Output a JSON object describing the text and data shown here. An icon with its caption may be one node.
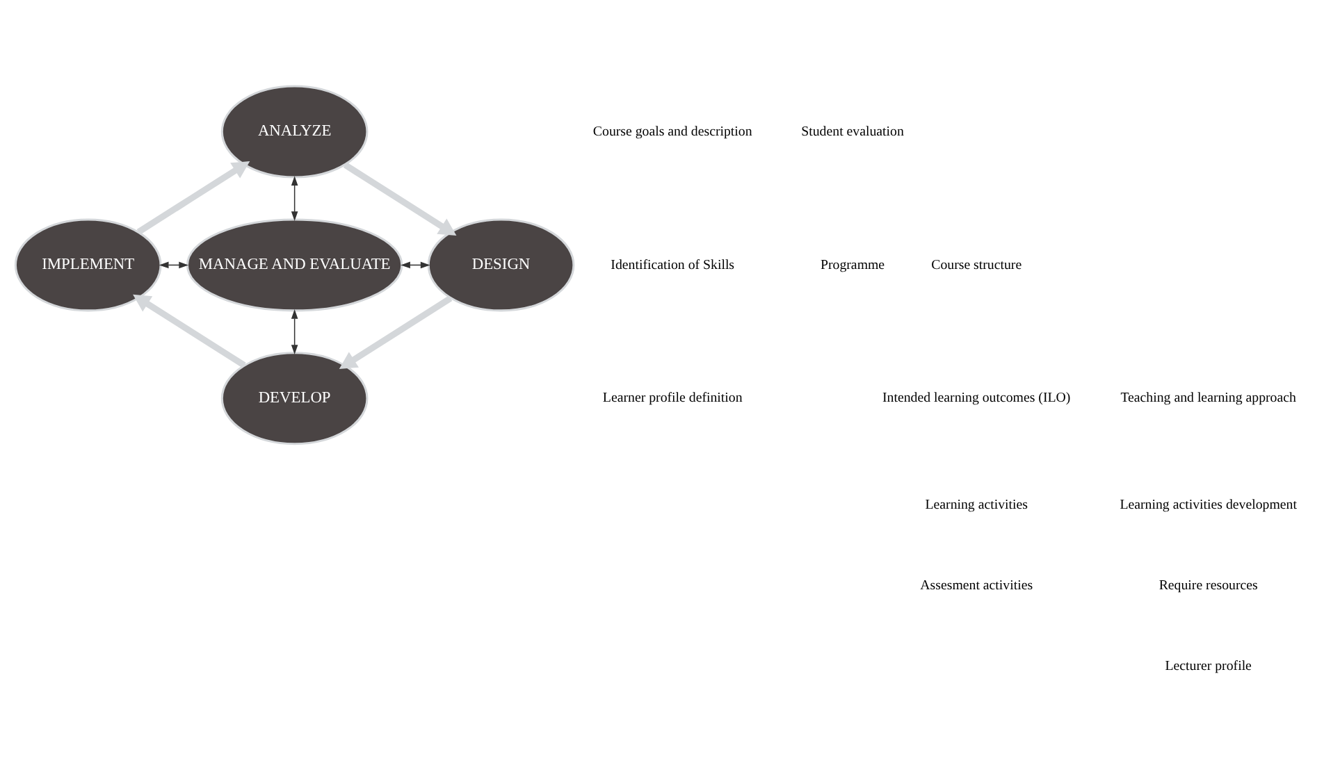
{
  "diagram": {
    "nodes": [
      {
        "text": [
          "ANALYZE"
        ]
      },
      {
        "text": [
          "MANAGE AND EVALUATE"
        ]
      },
      {
        "text": [
          "IMPLEMENT"
        ]
      },
      {
        "text": [
          "DESIGN"
        ]
      },
      {
        "text": [
          "DEVELOP"
        ]
      }
    ],
    "edges": [
      {
        "from": 0,
        "to": 1,
        "arrow": "both"
      },
      {
        "from": 2,
        "to": 1,
        "arrow": "both"
      },
      {
        "from": 1,
        "to": 3,
        "arrow": "both"
      },
      {
        "from": 1,
        "to": 4,
        "arrow": "both"
      },
      {
        "from": 0,
        "to": 3,
        "arrow": "to",
        "style": "thick",
        "color": "#d4d7da"
      },
      {
        "from": 3,
        "to": 4,
        "arrow": "to",
        "style": "thick",
        "color": "#d4d7da"
      },
      {
        "from": 4,
        "to": 2,
        "arrow": "to",
        "style": "thick",
        "color": "#d4d7da"
      },
      {
        "from": 2,
        "to": 0,
        "arrow": "to",
        "style": "thick",
        "color": "#d4d7da"
      }
    ],
    "labels": [
      "Course goals and description",
      "Identification of Skills",
      "Student evaluation",
      "Learner profile definition",
      "Programme",
      "Course structure",
      "Intended learning outcomes (ILO)",
      "Learning activities",
      "Assesment activities",
      "Teaching and learning approach",
      "Learning activities development",
      "Require resources",
      "Lecturer profile"
    ]
  }
}
